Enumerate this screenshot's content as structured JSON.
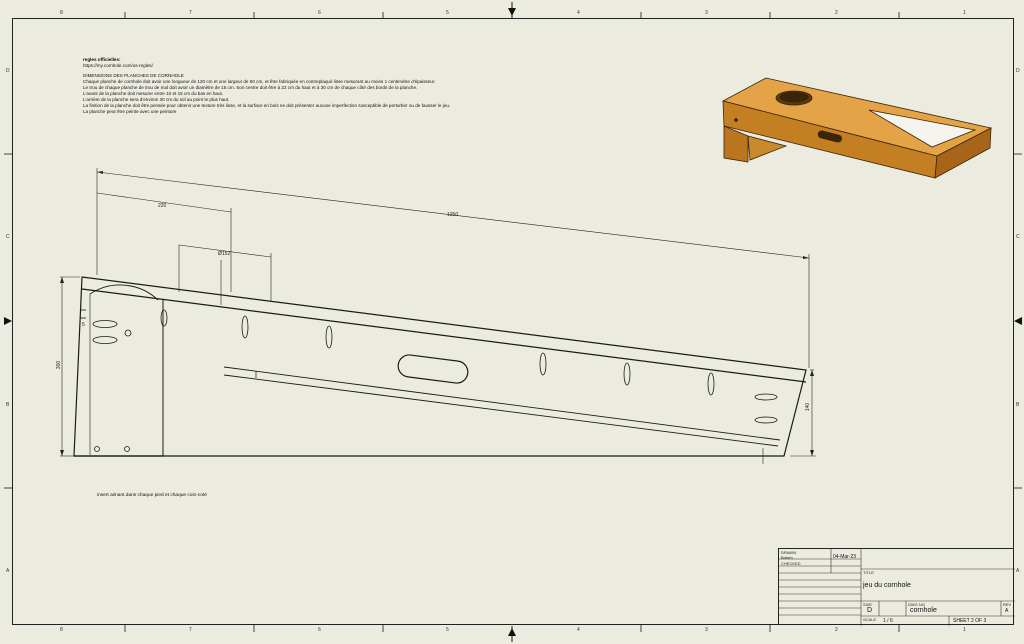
{
  "notes": {
    "links_title": "regles officielles:",
    "links_url": "https://my.cornhole.com/us-regles/",
    "section_title": "DIMENSIONS DES PLANCHES DE CORNHOLE",
    "lines": [
      "Chaque planche de cornhole doit avoir une longueur de 120 cm et une largeur de 60 cm, et être fabriquée en contreplaqué lisse mesurant au moins 1 centimètre d'épaisseur.",
      "Le trou de chaque planche de trou de mal doit avoir un diamètre de 15 cm. Son centre doit être à 22 cm du haut et à 30 cm de chaque côté des bords de la planche.",
      "L'avant de la planche doit mesurer entre 10 et 15 cm du bas en haut.",
      "L'arrière de la planche sera d'environ 30 cm du sol au point le plus haut.",
      "La finition de la planche doit être pensée pour obtenir une texture très lisse, et la surface en bois ne doit présenter aucune imperfection susceptible de perturber ou de fausser le jeu.",
      "La planche peut être peinte avec une peinture"
    ]
  },
  "insert_note": "insert aimant dans chaque pied et chaque coin-coté",
  "dimensions": {
    "d1": "220",
    "d2": "Ø152",
    "d3": "1250",
    "d4": "300",
    "d5": "140",
    "d6": "5"
  },
  "zones": {
    "top": [
      "8",
      "7",
      "6",
      "5",
      "4",
      "3",
      "2",
      "1"
    ],
    "side": [
      "D",
      "C",
      "B",
      "A"
    ]
  },
  "title_block": {
    "drawn_label": "DRAWN",
    "drawn_by": "Bdmm",
    "checked_label": "CHECKED",
    "date": "04-Mar-23",
    "title_label": "TITLE",
    "title": "jeu du cornhole",
    "size_label": "SIZE",
    "size": "D",
    "dwg_label": "DWG NO",
    "dwg_no": "cornhole",
    "rev_label": "REV",
    "rev": "A",
    "scale_label": "SCALE",
    "scale": "1 / 6",
    "sheet": "SHEET 2 OF 3"
  },
  "colors": {
    "paper": "#ecebe0",
    "line": "#1a1a1a",
    "wood": "#d9942f",
    "wood_dark": "#a86418"
  }
}
